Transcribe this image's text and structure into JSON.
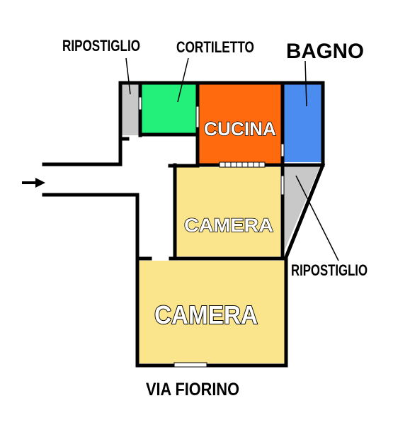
{
  "rooms": {
    "cucina": "CUCINA",
    "bagno": "BAGNO",
    "cortiletto": "CORTILETTO",
    "ripostiglio_top": "RIPOSTIGLIO",
    "ripostiglio_right": "RIPOSTIGLIO",
    "camera_upper": "CAMERA",
    "camera_lower": "CAMERA"
  },
  "street": "VIA FIORINO",
  "colors": {
    "cucina": "#ff6a0f",
    "bagno": "#4a8cf0",
    "cortiletto": "#22f07a",
    "camera": "#fae48c",
    "ripostiglio": "#c8c8c8",
    "wall": "#000000",
    "corridor": "#ffffff"
  },
  "icons": {
    "entrance": "arrow-right-icon"
  }
}
